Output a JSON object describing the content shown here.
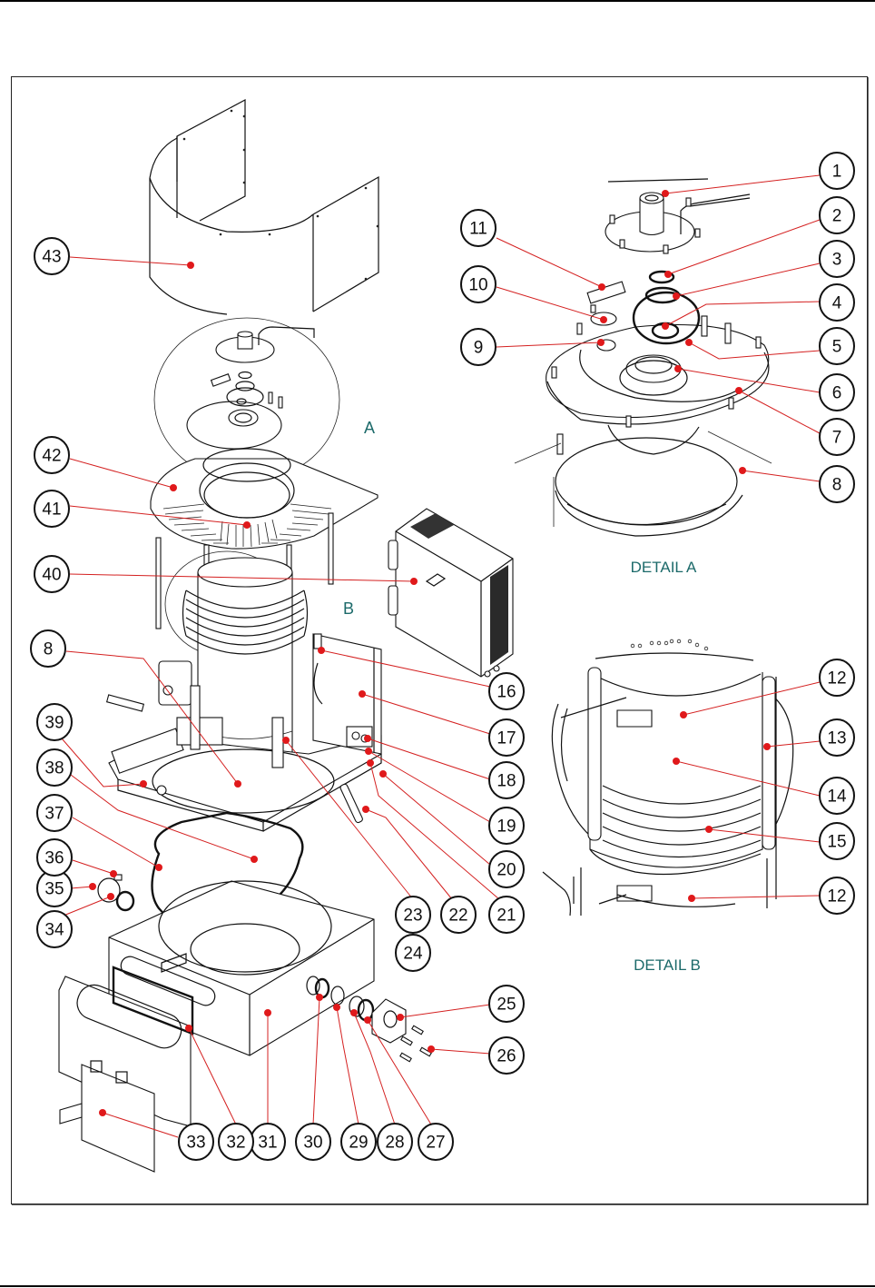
{
  "diagram": {
    "type": "exploded-parts-view",
    "detail_labels": {
      "a_marker": "A",
      "b_marker": "B",
      "a_caption": "DETAIL A",
      "b_caption": "DETAIL B"
    },
    "colors": {
      "leader_line": "#d42020",
      "leader_dot": "#e0191b",
      "detail_label": "#1c6a6a",
      "line_art": "#111111"
    },
    "callouts": [
      {
        "id": "c1",
        "label": "1"
      },
      {
        "id": "c2",
        "label": "2"
      },
      {
        "id": "c3",
        "label": "3"
      },
      {
        "id": "c4",
        "label": "4"
      },
      {
        "id": "c5",
        "label": "5"
      },
      {
        "id": "c6",
        "label": "6"
      },
      {
        "id": "c7",
        "label": "7"
      },
      {
        "id": "c8a",
        "label": "8"
      },
      {
        "id": "c9",
        "label": "9"
      },
      {
        "id": "c10",
        "label": "10"
      },
      {
        "id": "c11",
        "label": "11"
      },
      {
        "id": "c12a",
        "label": "12"
      },
      {
        "id": "c13",
        "label": "13"
      },
      {
        "id": "c14",
        "label": "14"
      },
      {
        "id": "c15",
        "label": "15"
      },
      {
        "id": "c12b",
        "label": "12"
      },
      {
        "id": "c16",
        "label": "16"
      },
      {
        "id": "c17",
        "label": "17"
      },
      {
        "id": "c18",
        "label": "18"
      },
      {
        "id": "c19",
        "label": "19"
      },
      {
        "id": "c20",
        "label": "20"
      },
      {
        "id": "c21",
        "label": "21"
      },
      {
        "id": "c22",
        "label": "22"
      },
      {
        "id": "c23",
        "label": "23"
      },
      {
        "id": "c24",
        "label": "24"
      },
      {
        "id": "c25",
        "label": "25"
      },
      {
        "id": "c26",
        "label": "26"
      },
      {
        "id": "c27",
        "label": "27"
      },
      {
        "id": "c28",
        "label": "28"
      },
      {
        "id": "c29",
        "label": "29"
      },
      {
        "id": "c30",
        "label": "30"
      },
      {
        "id": "c31",
        "label": "31"
      },
      {
        "id": "c32",
        "label": "32"
      },
      {
        "id": "c33",
        "label": "33"
      },
      {
        "id": "c34",
        "label": "34"
      },
      {
        "id": "c35",
        "label": "35"
      },
      {
        "id": "c36",
        "label": "36"
      },
      {
        "id": "c37",
        "label": "37"
      },
      {
        "id": "c38",
        "label": "38"
      },
      {
        "id": "c39",
        "label": "39"
      },
      {
        "id": "c8b",
        "label": "8"
      },
      {
        "id": "c40",
        "label": "40"
      },
      {
        "id": "c41",
        "label": "41"
      },
      {
        "id": "c42",
        "label": "42"
      },
      {
        "id": "c43",
        "label": "43"
      }
    ]
  }
}
